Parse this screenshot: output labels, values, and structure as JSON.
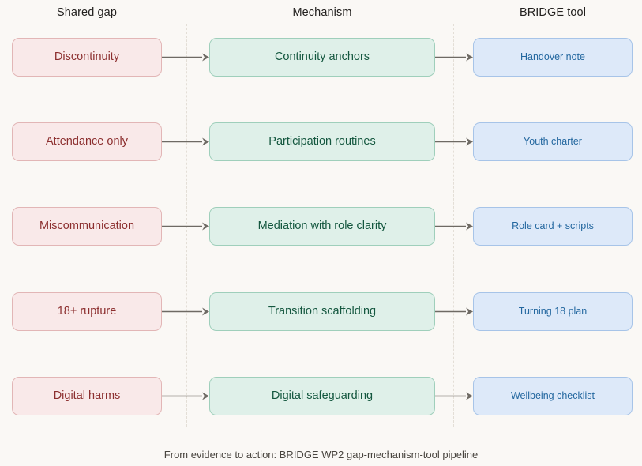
{
  "background_color": "#faf8f5",
  "columns": [
    {
      "header": "Shared gap",
      "accent": "#8c2f2f",
      "fill": "#f9e9e9",
      "border": "#e2b6b6"
    },
    {
      "header": "Mechanism",
      "accent": "#14573f",
      "fill": "#dff0e9",
      "border": "#9fcfbb"
    },
    {
      "header": "BRIDGE tool",
      "accent": "#23679f",
      "fill": "#dde9f9",
      "border": "#a7c4e8"
    }
  ],
  "rows": [
    {
      "gap": "Discontinuity",
      "mechanism": "Continuity anchors",
      "tool": "Handover note"
    },
    {
      "gap": "Attendance only",
      "mechanism": "Participation routines",
      "tool": "Youth charter"
    },
    {
      "gap": "Miscommunication",
      "mechanism": "Mediation with role clarity",
      "tool": "Role card + scripts"
    },
    {
      "gap": "18+ rupture",
      "mechanism": "Transition scaffolding",
      "tool": "Turning 18 plan"
    },
    {
      "gap": "Digital harms",
      "mechanism": "Digital safeguarding",
      "tool": "Wellbeing checklist"
    }
  ],
  "arrow_color": "#6e6a64",
  "divider_color": "#e3ded6",
  "caption": "From evidence to action: BRIDGE WP2 gap-mechanism-tool pipeline"
}
